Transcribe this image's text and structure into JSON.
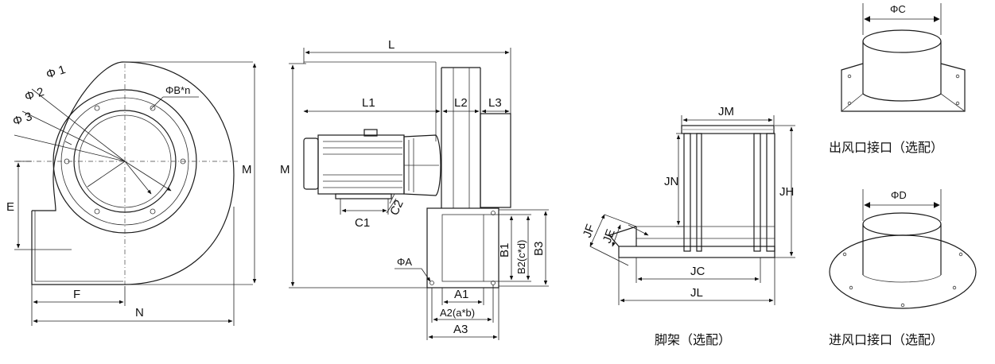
{
  "labels": {
    "phi1": "Φ 1",
    "phi2": "Φ 2",
    "phi3": "Φ 3",
    "phiBn": "ΦB*n",
    "E": "E",
    "F": "F",
    "N": "N",
    "M_front": "M",
    "M_side": "M",
    "L": "L",
    "L1": "L1",
    "L2": "L2",
    "L3": "L3",
    "C1": "C1",
    "C2": "C2",
    "B1": "B1",
    "B2": "B2(c*d)",
    "B3": "B3",
    "phiA": "ΦA",
    "A1": "A1",
    "A2": "A2(a*b)",
    "A3": "A3",
    "JM": "JM",
    "JN": "JN",
    "JH": "JH",
    "JF": "JF",
    "JE": "JE",
    "JC": "JC",
    "JL": "JL",
    "phiC": "ΦC",
    "phiD": "ΦD"
  },
  "captions": {
    "stand": "脚架（选配）",
    "outlet": "出风口接口（选配）",
    "inlet": "进风口接口（选配）"
  }
}
